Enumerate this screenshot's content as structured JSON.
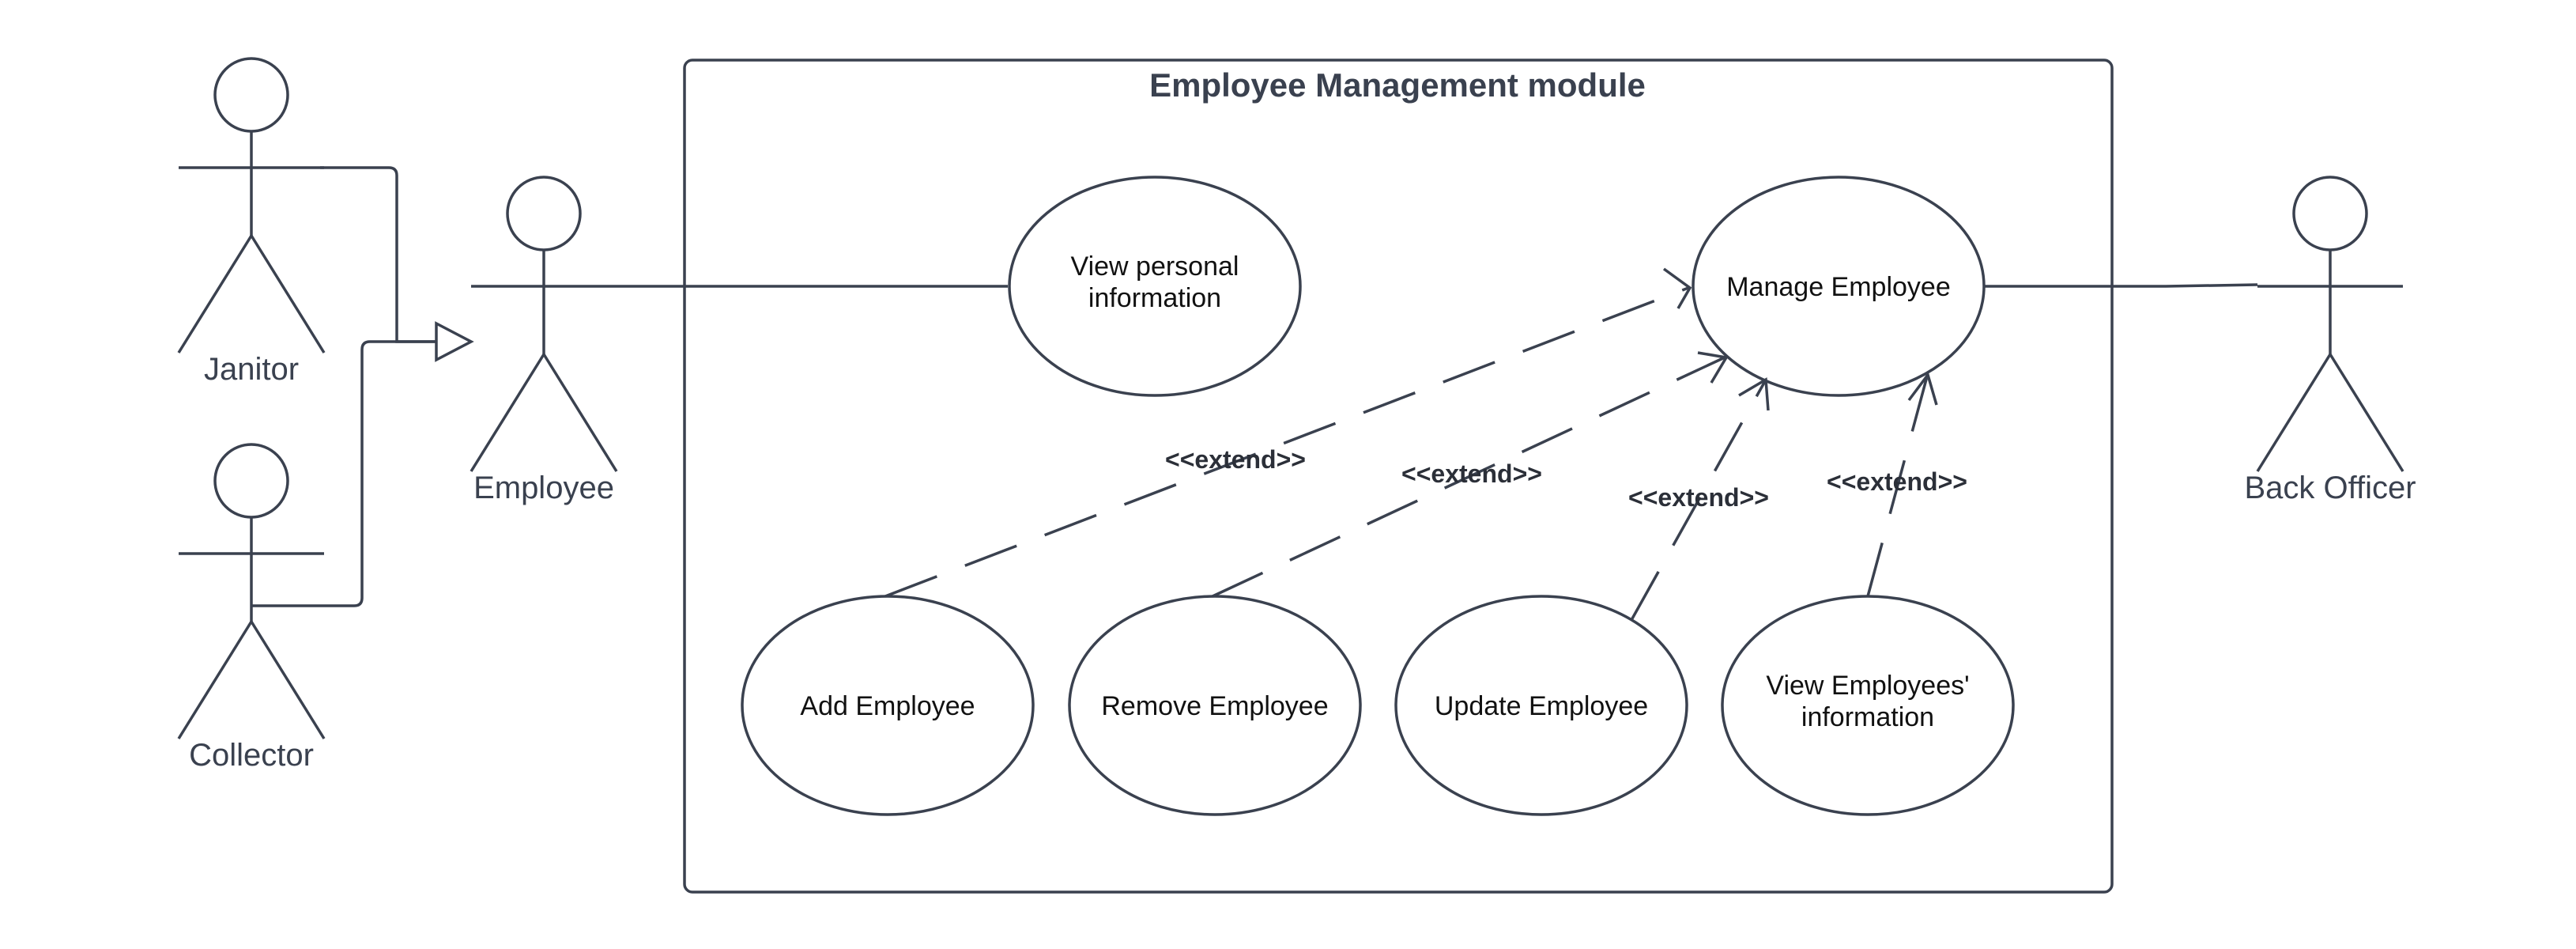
{
  "system": {
    "title": "Employee Management module"
  },
  "actors": {
    "janitor": "Janitor",
    "collector": "Collector",
    "employee": "Employee",
    "back_officer": "Back Officer"
  },
  "use_cases": {
    "view_personal_line1": "View personal",
    "view_personal_line2": "information",
    "manage_employee": "Manage Employee",
    "add_employee": "Add Employee",
    "remove_employee": "Remove Employee",
    "update_employee": "Update Employee",
    "view_employees_line1": "View Employees'",
    "view_employees_line2": "information"
  },
  "relations": {
    "extend_add": "<<extend>>",
    "extend_remove": "<<extend>>",
    "extend_update": "<<extend>>",
    "extend_view": "<<extend>>"
  },
  "colors": {
    "line": "#3a414f",
    "background": "#ffffff"
  }
}
